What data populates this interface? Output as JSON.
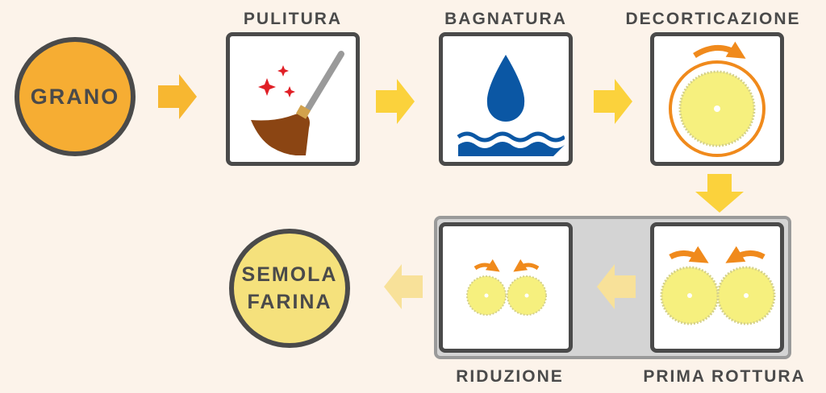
{
  "start": {
    "label": "GRANO"
  },
  "steps": {
    "pulitura": {
      "label": "PULITURA",
      "icon": "broom-icon"
    },
    "bagnatura": {
      "label": "BAGNATURA",
      "icon": "water-drop-icon"
    },
    "decorticazione": {
      "label": "DECORTICAZIONE",
      "icon": "rotating-millstone-icon"
    },
    "prima_rottura": {
      "label": "PRIMA ROTTURA",
      "icon": "roller-mill-icon"
    },
    "riduzione": {
      "label": "RIDUZIONE",
      "icon": "small-rollers-icon"
    }
  },
  "end": {
    "line1": "SEMOLA",
    "line2": "FARINA"
  },
  "colors": {
    "background": "#fcf3ea",
    "border": "#4a4a4a",
    "grano": "#f6ad33",
    "semola": "#f5e17c",
    "arrow_orange": "#f7b731",
    "arrow_yellow": "#fbd23c",
    "arrow_pale": "#f8e199",
    "rotation": "#f08a1c",
    "roller": "#f6f07e",
    "water": "#0b57a4",
    "broom": "#8b4513",
    "sparkle": "#e01f26"
  }
}
